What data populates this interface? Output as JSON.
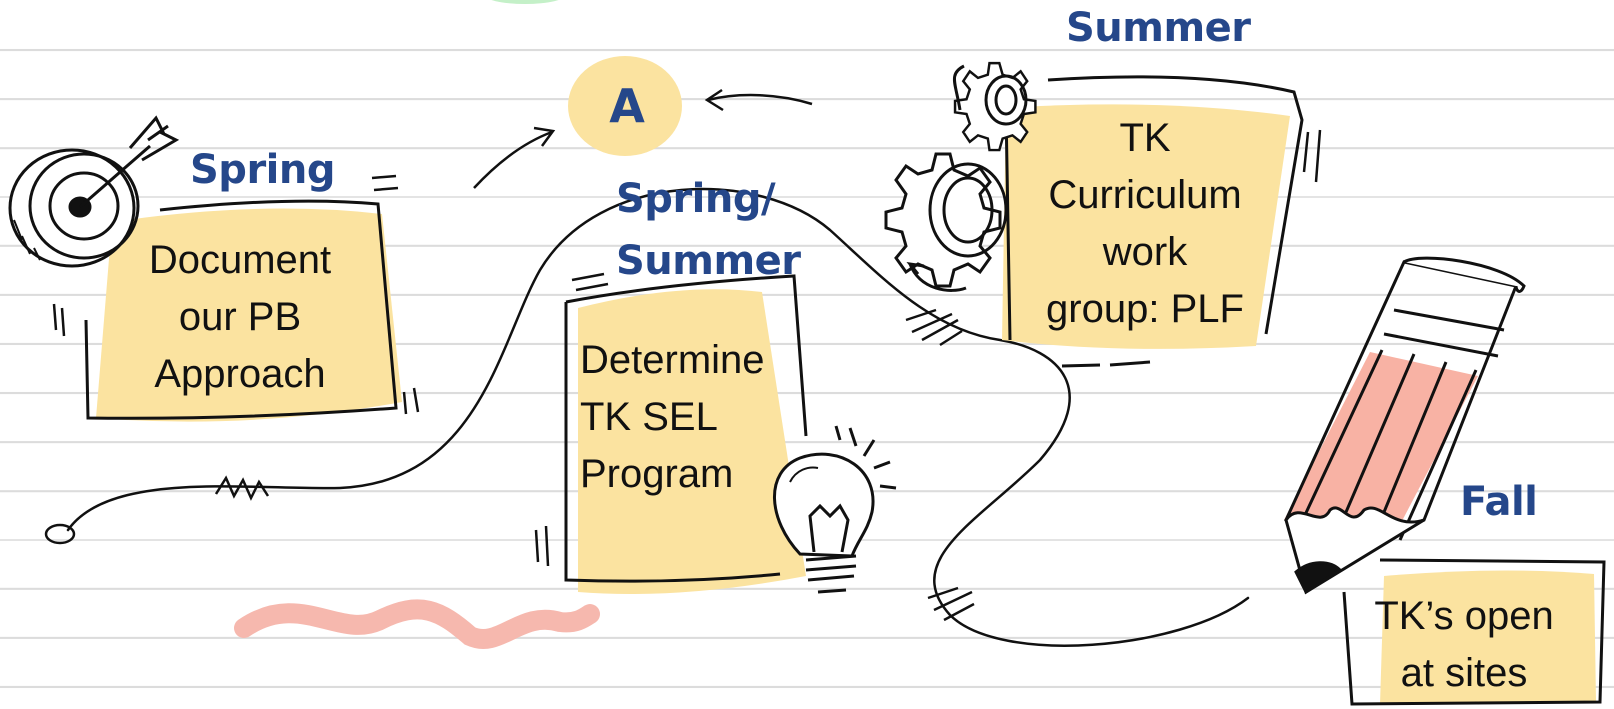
{
  "marker": {
    "label": "A"
  },
  "stages": [
    {
      "season": "Spring",
      "text": "Document\nour PB\nApproach"
    },
    {
      "season": "Spring/\nSummer",
      "text": "Determine\nTK SEL\nProgram"
    },
    {
      "season": "Summer",
      "text": "TK\nCurriculum\nwork\ngroup: PLF"
    },
    {
      "season": "Fall",
      "text": "TK’s open\nat sites"
    }
  ],
  "colors": {
    "note_fill": "#fbe3a0",
    "season_text": "#25478a",
    "pencil_body": "#f8b2a4",
    "squiggle": "#f6b8ae",
    "outline": "#111111",
    "ruled_line": "#dcdcdc"
  },
  "icons": [
    "target-icon",
    "gears-icon",
    "lightbulb-icon",
    "pencil-icon"
  ]
}
